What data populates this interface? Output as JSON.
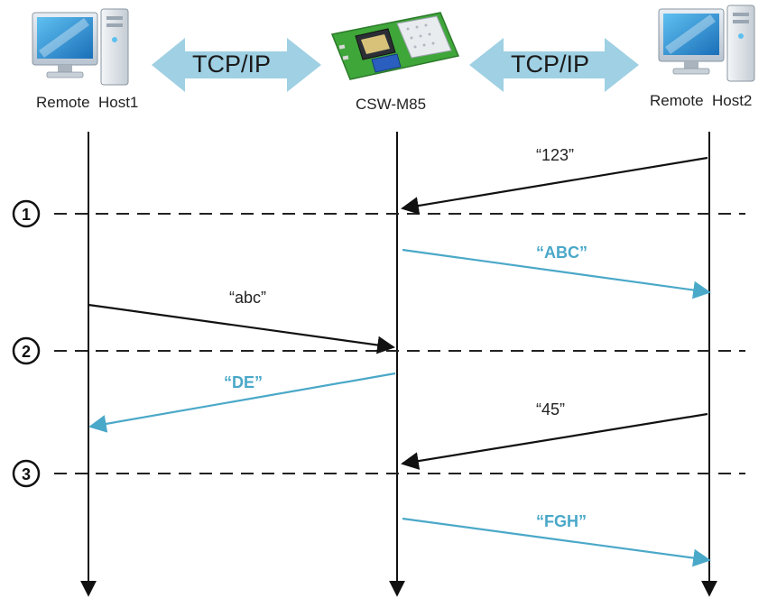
{
  "header": {
    "host1_label": "Remote  Host1",
    "device_label": "CSW-M85",
    "host2_label": "Remote  Host2",
    "link_left_label": "TCP/IP",
    "link_right_label": "TCP/IP"
  },
  "steps": [
    {
      "marker": "①"
    },
    {
      "marker": "②"
    },
    {
      "marker": "③"
    }
  ],
  "messages": [
    {
      "text": "“123”",
      "direction": "host2-to-device",
      "style": "received"
    },
    {
      "text": "“ABC”",
      "direction": "device-to-host2",
      "style": "sent"
    },
    {
      "text": "“abc”",
      "direction": "host1-to-device",
      "style": "received"
    },
    {
      "text": "“DE”",
      "direction": "device-to-host1",
      "style": "sent"
    },
    {
      "text": "“45”",
      "direction": "host2-to-device",
      "style": "received"
    },
    {
      "text": "“FGH”",
      "direction": "device-to-host2",
      "style": "sent"
    }
  ],
  "colors": {
    "received_arrow": "#111111",
    "sent_arrow": "#4aa8c8",
    "link_arrow": "#9fd0e3",
    "dashed_line": "#222222"
  },
  "icons": {
    "host1": "desktop-computer-icon",
    "device": "wifi-module-board-icon",
    "host2": "desktop-computer-icon"
  }
}
